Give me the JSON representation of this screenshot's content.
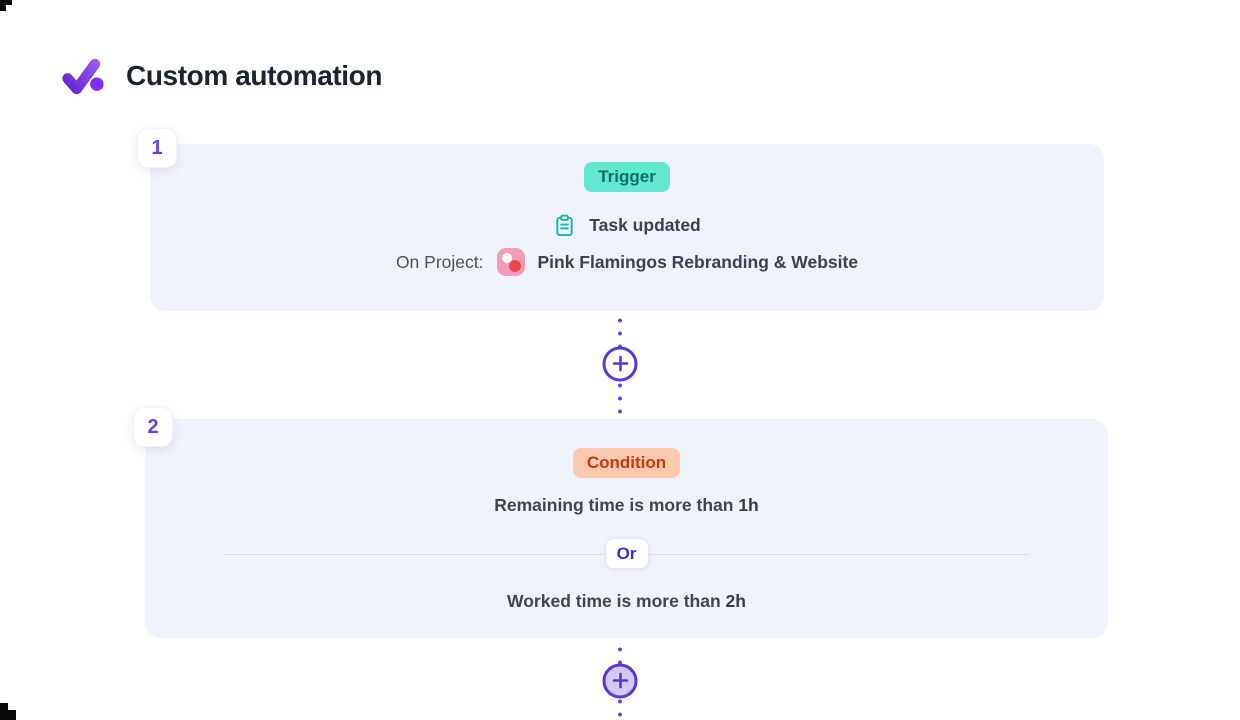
{
  "header": {
    "title": "Custom automation",
    "logo_icon": "check-dot-logo-icon"
  },
  "colors": {
    "accent_purple": "#6a3de8",
    "card_background": "#f0f2fc",
    "trigger_badge_bg": "#62e8d1",
    "trigger_badge_text": "#0e6f66",
    "condition_badge_bg": "#fcc9ae",
    "condition_badge_text": "#c23c10",
    "teal_icon": "#14b8a6",
    "project_icon_pink": "#f19cb9"
  },
  "steps": [
    {
      "number": "1",
      "badge_label": "Trigger",
      "event": {
        "icon": "clipboard-icon",
        "text": "Task updated"
      },
      "project": {
        "label": "On Project:",
        "icon": "project-icon",
        "name": "Pink Flamingos Rebranding & Website"
      }
    },
    {
      "number": "2",
      "badge_label": "Condition",
      "condition_1": {
        "text": "Remaining time is more than",
        "value": "1h"
      },
      "operator": "Or",
      "condition_2": {
        "text": "Worked time is more than",
        "value": "2h"
      }
    }
  ],
  "connectors": {
    "add_step_icon": "plus-icon"
  }
}
